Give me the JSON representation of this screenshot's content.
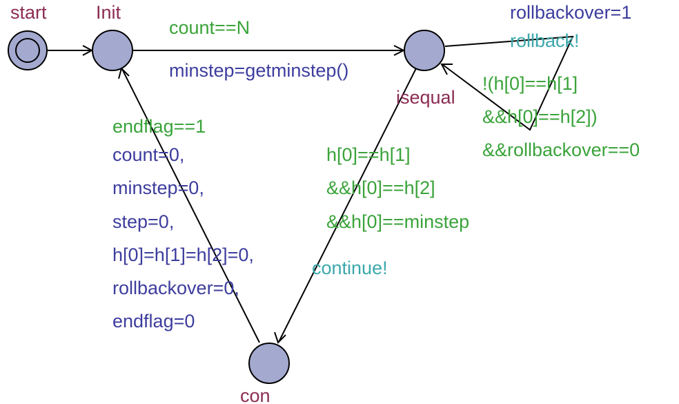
{
  "locations": {
    "start": "start",
    "init": "Init",
    "isequal": "isequal",
    "con": "con"
  },
  "edges": {
    "init_to_isequal": {
      "guard": "count==N",
      "assign": "minstep=getminstep()"
    },
    "isequal_self": {
      "assign": "rollbackover=1",
      "sync": "rollback!",
      "guard": [
        "!(h[0]==h[1]",
        "&&h[0]==h[2])",
        "&&rollbackover==0"
      ]
    },
    "isequal_to_con": {
      "guard": [
        "h[0]==h[1]",
        "&&h[0]==h[2]",
        "&&h[0]==minstep"
      ],
      "sync": "continue!"
    },
    "con_to_init": {
      "guard": "endflag==1",
      "assign": [
        "count=0,",
        "minstep=0,",
        "step=0,",
        "h[0]=h[1]=h[2]=0,",
        "rollbackover=0,",
        "endflag=0"
      ]
    }
  },
  "colors": {
    "location_fill": "#a3a9cf",
    "location_name": "#8b2c52",
    "guard": "#3aa33a",
    "assignment": "#3d3d9e",
    "sync": "#3ca8ac"
  }
}
